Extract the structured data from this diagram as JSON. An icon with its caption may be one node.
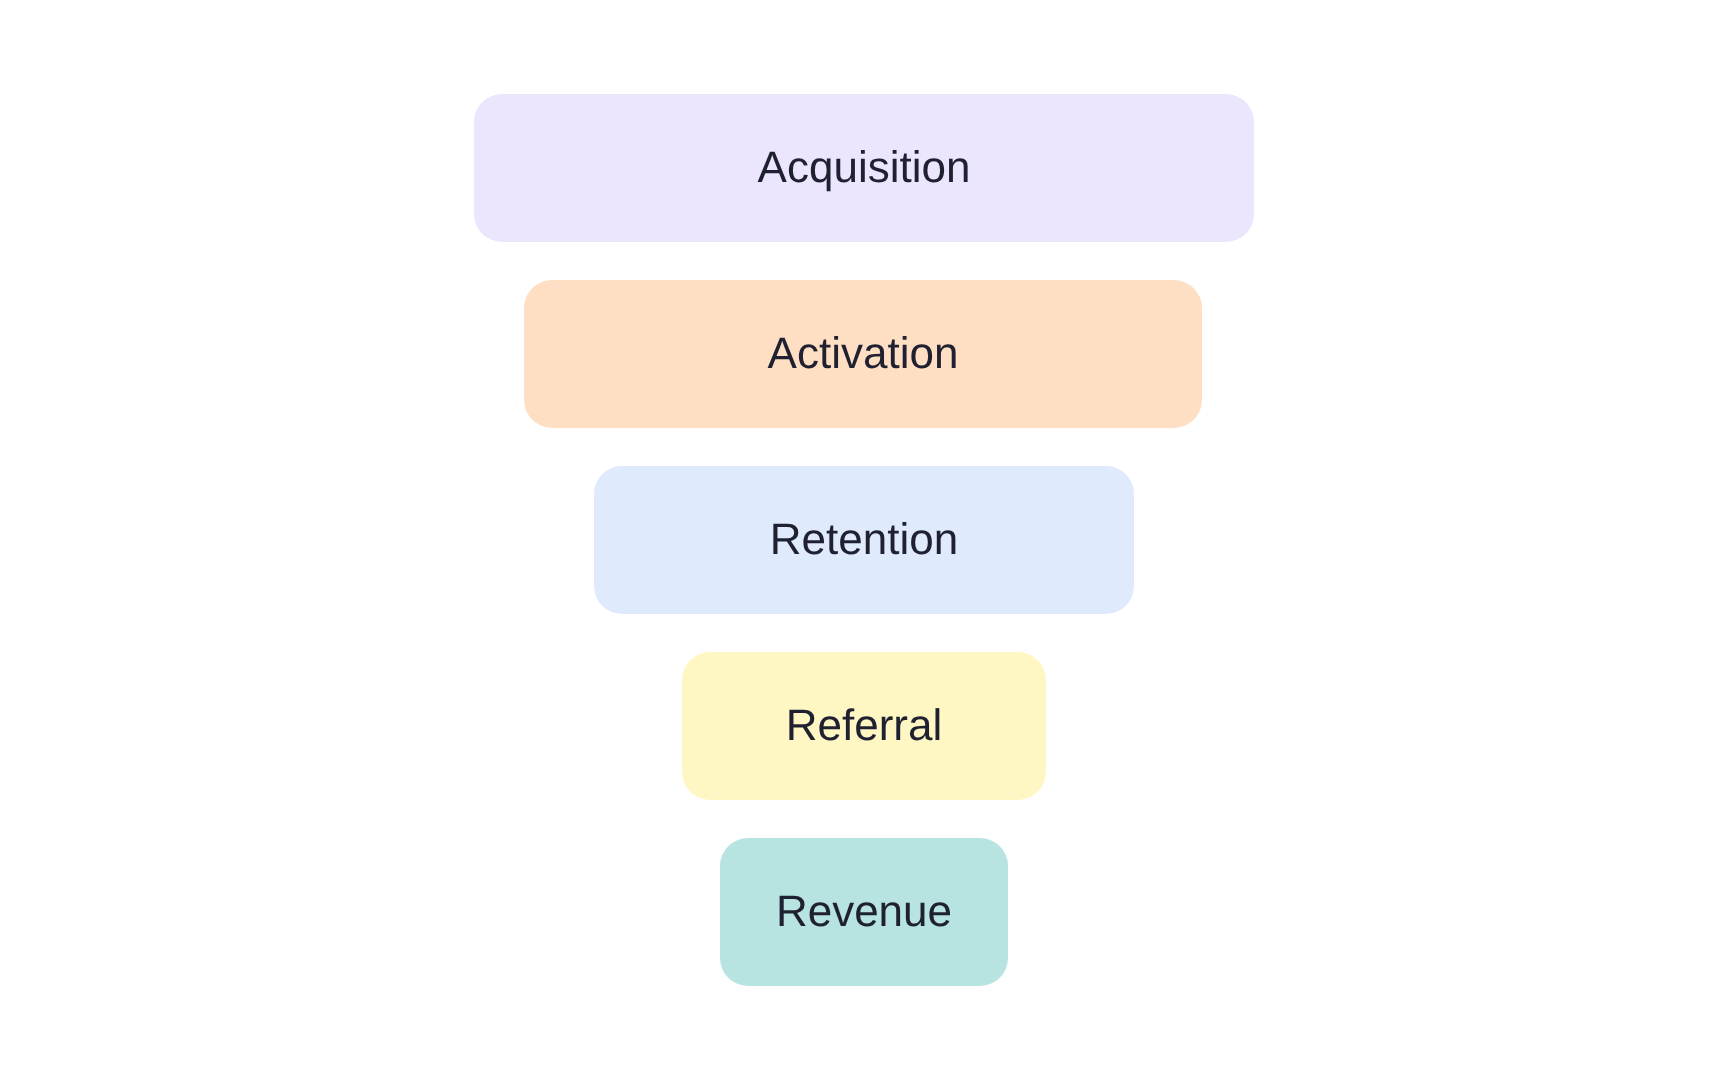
{
  "diagram": {
    "nodes": [
      {
        "text": [
          "Acquisition"
        ]
      },
      {
        "text": [
          "Activation"
        ]
      },
      {
        "text": [
          "Retention"
        ]
      },
      {
        "text": [
          "Referral"
        ]
      },
      {
        "text": [
          "Revenue"
        ]
      }
    ]
  }
}
